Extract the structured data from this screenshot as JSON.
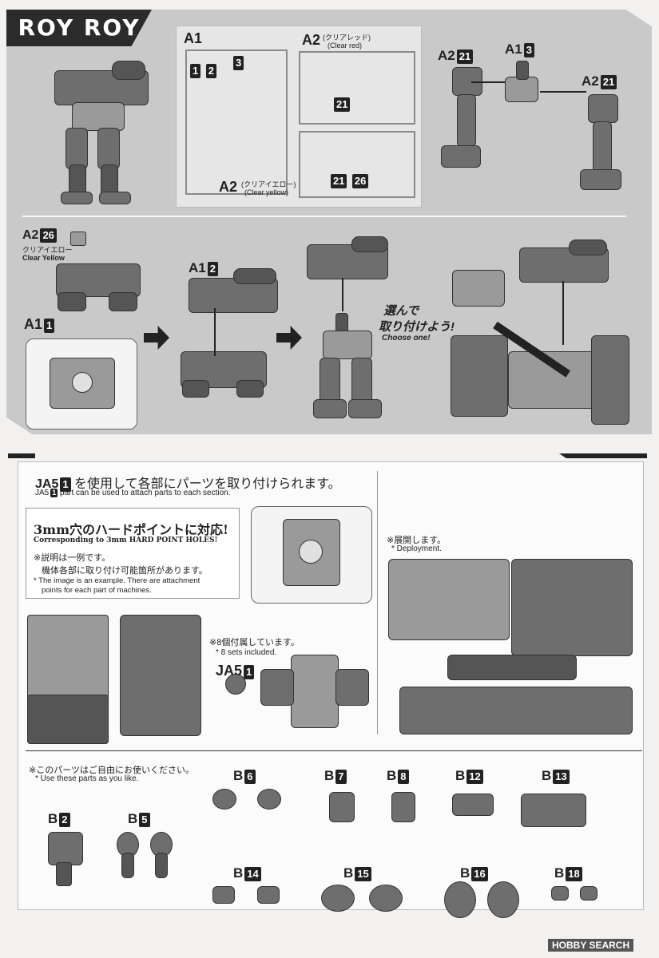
{
  "header": {
    "title": "ROY ROY"
  },
  "runners": {
    "a1_label": "A1",
    "a1_parts": [
      "1",
      "2",
      "3"
    ],
    "a2_red_label": "A2",
    "a2_red_jp": "(クリアレッド)",
    "a2_red_en": "(Clear red)",
    "a2_red_parts": [
      "21"
    ],
    "a2_yellow_label": "A2",
    "a2_yellow_jp": "(クリアイエロー)",
    "a2_yellow_en": "(Clear yellow)",
    "a2_yellow_parts": [
      "21",
      "26"
    ]
  },
  "leg_assembly": {
    "left_code": "A2",
    "left_num": "21",
    "center_code": "A1",
    "center_num": "3",
    "right_code": "A2",
    "right_num": "21"
  },
  "step2": {
    "a2_code": "A2",
    "a2_num": "26",
    "clear_yellow_jp": "クリアイエロー",
    "clear_yellow_en": "Clear Yellow",
    "a1_2_code": "A1",
    "a1_2_num": "2",
    "a1_1_code": "A1",
    "a1_1_num": "1",
    "choose_jp_1": "選んで",
    "choose_jp_2": "取り付けよう!",
    "choose_en": "Choose one!"
  },
  "ja5": {
    "heading_code": "JA5",
    "heading_num": "1",
    "heading_jp": "を使用して各部にパーツを取り付けられます。",
    "sub_code": "JA5",
    "sub_num": "1",
    "sub_en": "part can be used to attach parts to each section.",
    "hard_point_jp": "3mm穴のハードポイントに対応!",
    "hard_point_en": "Corresponding to 3mm HARD POINT HOLES!",
    "note_jp_1": "※説明は一例です。",
    "note_jp_2": "機体各部に取り付け可能箇所があります。",
    "note_en_1": "* The image is an example. There are attachment",
    "note_en_2": "points for each part of machines.",
    "included_jp": "※8個付属しています。",
    "included_en": "* 8 sets included.",
    "part_code": "JA5",
    "part_num": "1",
    "deploy_jp": "※展開します。",
    "deploy_en": "* Deployment."
  },
  "b_parts": {
    "note_jp": "※このパーツはご自由にお使いください。",
    "note_en": "* Use these parts as you like.",
    "items": [
      {
        "code": "B",
        "num": "2"
      },
      {
        "code": "B",
        "num": "5"
      },
      {
        "code": "B",
        "num": "6"
      },
      {
        "code": "B",
        "num": "7"
      },
      {
        "code": "B",
        "num": "8"
      },
      {
        "code": "B",
        "num": "12"
      },
      {
        "code": "B",
        "num": "13"
      },
      {
        "code": "B",
        "num": "14"
      },
      {
        "code": "B",
        "num": "15"
      },
      {
        "code": "B",
        "num": "16"
      },
      {
        "code": "B",
        "num": "18"
      }
    ]
  },
  "watermark": "HOBBY SEARCH",
  "colors": {
    "panel": "#c9c9c9",
    "title_bg": "#2b2b2b",
    "part": "#6e6e6e"
  }
}
